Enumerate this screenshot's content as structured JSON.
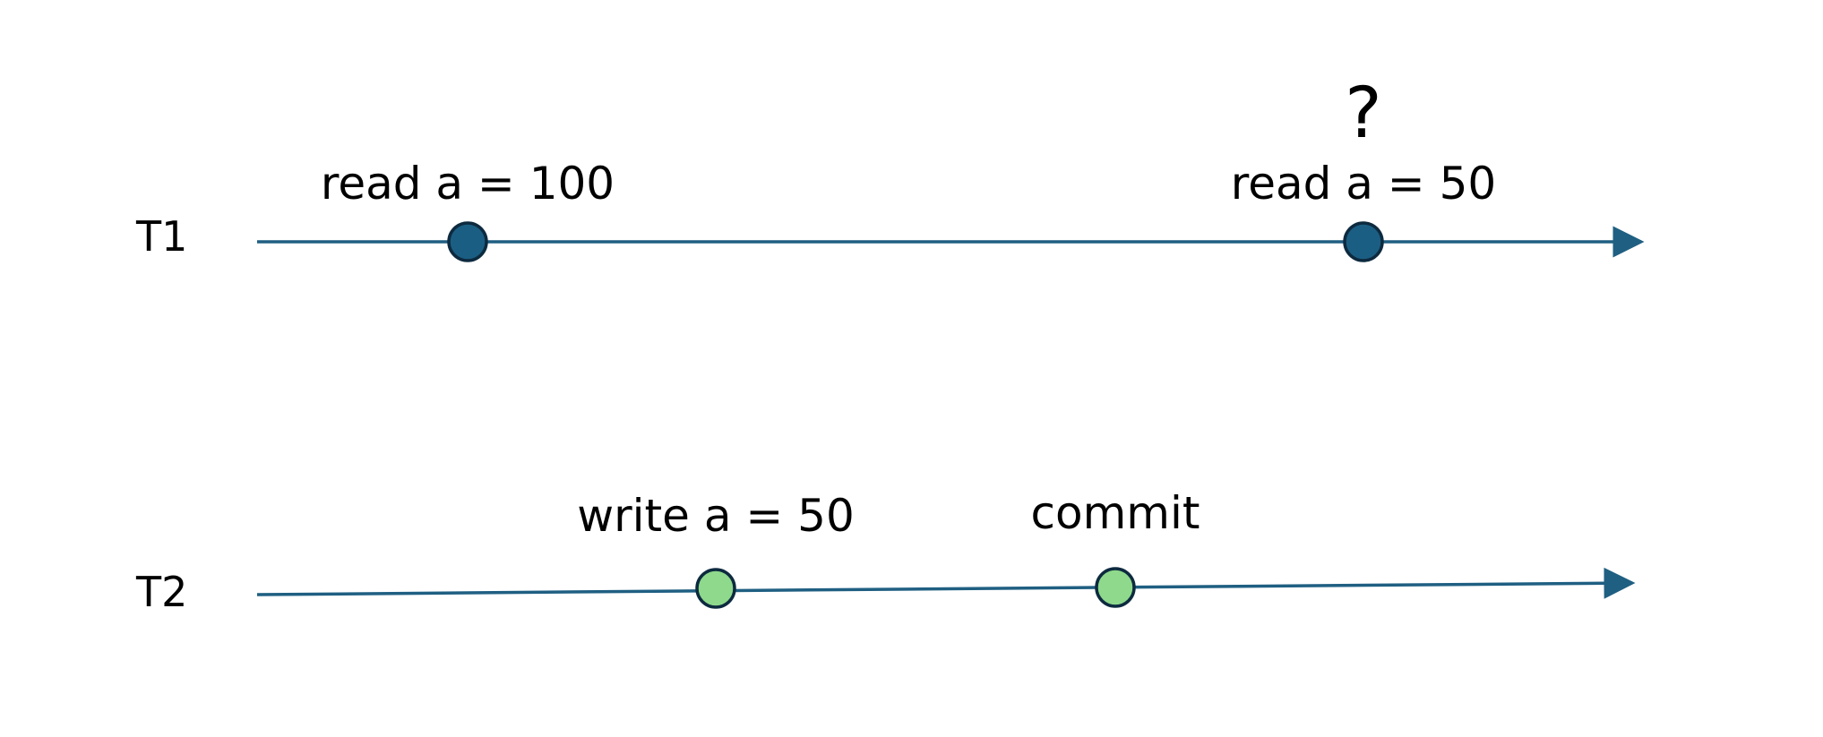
{
  "diagram": {
    "colors": {
      "line": "#1f5f82",
      "t1_dot_fill": "#1b5e83",
      "t2_dot_fill": "#8ed98b",
      "dot_stroke": "#0d2a3f",
      "question_mark": "#ff0000",
      "text": "#000000"
    },
    "lanes": [
      {
        "label": "T1",
        "events": [
          {
            "label": "read a = 100"
          },
          {
            "label": "read a = 50",
            "mark": "?"
          }
        ]
      },
      {
        "label": "T2",
        "events": [
          {
            "label": "write a = 50"
          },
          {
            "label": "commit"
          }
        ]
      }
    ]
  }
}
